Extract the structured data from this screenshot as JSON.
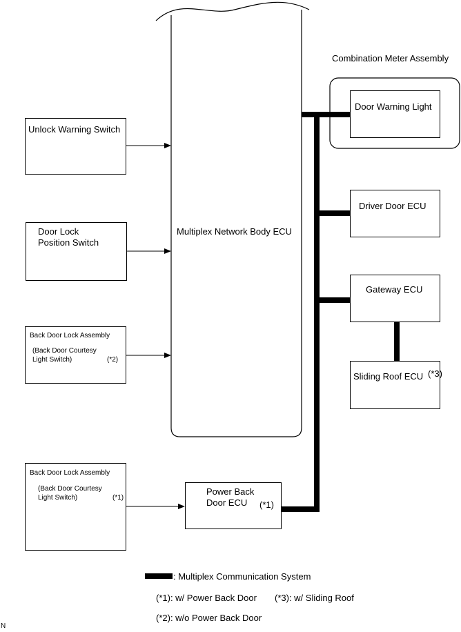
{
  "ecu": {
    "label": "Multiplex Network Body ECU"
  },
  "combination_meter": {
    "label": "Combination Meter Assembly",
    "door_warning_light": "Door Warning Light"
  },
  "inputs": {
    "unlock_warning_switch": "Unlock Warning Switch",
    "door_lock_position_switch": {
      "line1": "Door Lock",
      "line2": "Position Switch"
    },
    "back_door_lock_1": {
      "title": "Back Door Lock Assembly",
      "line1": "(Back Door Courtesy",
      "line2": "Light Switch)",
      "note": "(*2)"
    },
    "back_door_lock_2": {
      "title": "Back Door Lock Assembly",
      "line1": "(Back Door Courtesy",
      "line2": "Light Switch)",
      "note": "(*1)"
    }
  },
  "outputs": {
    "driver_door_ecu": "Driver Door ECU",
    "gateway_ecu": "Gateway ECU",
    "sliding_roof_ecu": "Sliding Roof ECU",
    "sliding_roof_note": "(*3)",
    "power_back_door_ecu": {
      "line1": "Power Back",
      "line2": "Door ECU",
      "note": "(*1)"
    }
  },
  "legend": {
    "bus_label": ":  Multiplex Communication System",
    "note1": "(*1): w/ Power Back Door",
    "note2": "(*2): w/o Power Back Door",
    "note3": "(*3): w/ Sliding Roof"
  },
  "corner_mark": "N"
}
